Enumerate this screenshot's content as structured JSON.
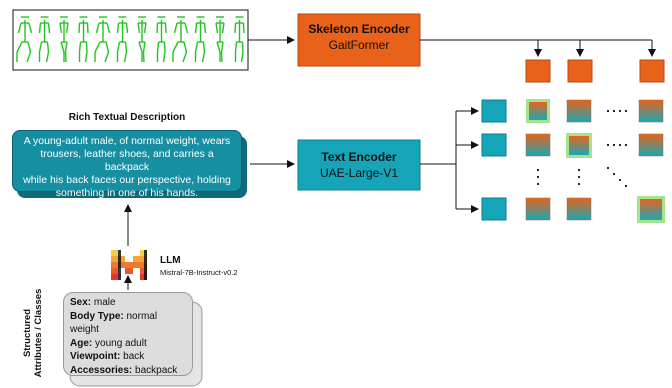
{
  "skeleton_encoder": {
    "title": "Skeleton Encoder",
    "subtitle": "GaitFormer"
  },
  "text_encoder": {
    "title": "Text Encoder",
    "subtitle": "UAE-Large-V1"
  },
  "rich_description": {
    "heading": "Rich Textual Description",
    "lines": [
      "A young-adult male, of normal weight, wears",
      "trousers, leather shoes, and carries a backpack",
      "while his back faces our perspective, holding",
      "something in one of his hands."
    ]
  },
  "llm": {
    "title": "LLM",
    "model": "Mistral-7B-Instruct-v0.2"
  },
  "structured": {
    "label_line1": "Structured",
    "label_line2": "Attributes / Classes",
    "attributes": [
      {
        "key": "Sex:",
        "value": "male"
      },
      {
        "key": "Body Type:",
        "value": "normal weight"
      },
      {
        "key": "Age:",
        "value": "young adult"
      },
      {
        "key": "Viewpoint:",
        "value": "back"
      },
      {
        "key": "Accessories:",
        "value": "backpack"
      }
    ]
  },
  "colors": {
    "orange": "#e8621a",
    "teal": "#16a5b8",
    "green_highlight": "#a4e48f",
    "skeleton_green": "#22c422",
    "desc_teal": "#168fa3"
  },
  "icons": {
    "llm_logo": "mistral-logo-icon"
  }
}
